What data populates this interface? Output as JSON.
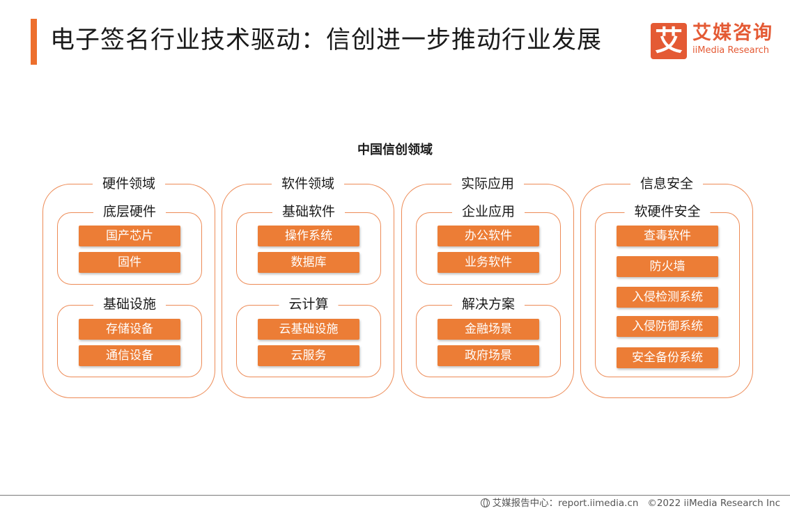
{
  "header": {
    "title": "电子签名行业技术驱动：信创进一步推动行业发展"
  },
  "logo": {
    "mark": "艾",
    "cn": "艾媒咨询",
    "en": "iiMedia Research"
  },
  "diagram": {
    "title": "中国信创领域",
    "columns": [
      {
        "label": "硬件领域",
        "groups": [
          {
            "label": "底层硬件",
            "items": [
              "国产芯片",
              "固件"
            ]
          },
          {
            "label": "基础设施",
            "items": [
              "存储设备",
              "通信设备"
            ]
          }
        ]
      },
      {
        "label": "软件领域",
        "groups": [
          {
            "label": "基础软件",
            "items": [
              "操作系统",
              "数据库"
            ]
          },
          {
            "label": "云计算",
            "items": [
              "云基础设施",
              "云服务"
            ]
          }
        ]
      },
      {
        "label": "实际应用",
        "groups": [
          {
            "label": "企业应用",
            "items": [
              "办公软件",
              "业务软件"
            ]
          },
          {
            "label": "解决方案",
            "items": [
              "金融场景",
              "政府场景"
            ]
          }
        ]
      },
      {
        "label": "信息安全",
        "groups": [
          {
            "label": "软硬件安全",
            "items": [
              "查毒软件",
              "防火墙",
              "入侵检测系统",
              "入侵防御系统",
              "安全备份系统"
            ]
          }
        ]
      }
    ]
  },
  "footer": {
    "source": "艾媒报告中心：report.iimedia.cn",
    "copyright": "©2022  iiMedia Research  Inc"
  },
  "colors": {
    "accent": "#ed6f2d",
    "pill": "#ec7d36",
    "border": "#ed8a55"
  }
}
